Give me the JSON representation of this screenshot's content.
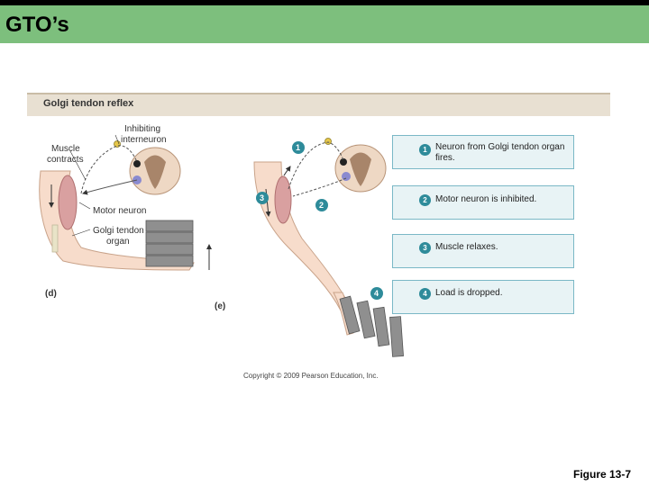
{
  "slide": {
    "title": "GTO’s",
    "figure_ref": "Figure 13-7"
  },
  "figure": {
    "title": "Golgi tendon reflex",
    "panel_d": {
      "label": "(d)",
      "muscle_contracts_line1": "Muscle",
      "muscle_contracts_line2": "contracts",
      "interneuron_line1": "Inhibiting",
      "interneuron_line2": "interneuron",
      "motor_neuron": "Motor neuron",
      "gto_line1": "Golgi tendon",
      "gto_line2": "organ"
    },
    "panel_e": {
      "label": "(e)"
    },
    "steps": [
      {
        "num": "1",
        "text": "Neuron from Golgi tendon organ fires."
      },
      {
        "num": "2",
        "text": "Motor neuron is inhibited."
      },
      {
        "num": "3",
        "text": "Muscle relaxes."
      },
      {
        "num": "4",
        "text": "Load is dropped."
      }
    ],
    "copyright": "Copyright © 2009 Pearson Education, Inc."
  }
}
